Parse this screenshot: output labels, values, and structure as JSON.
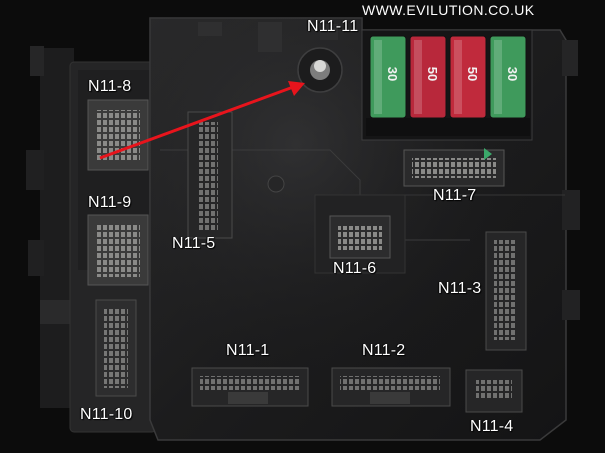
{
  "watermark": "WWW.EVILUTION.CO.UK",
  "labels": {
    "n11_1": "N11-1",
    "n11_2": "N11-2",
    "n11_3": "N11-3",
    "n11_4": "N11-4",
    "n11_5": "N11-5",
    "n11_6": "N11-6",
    "n11_7": "N11-7",
    "n11_8": "N11-8",
    "n11_9": "N11-9",
    "n11_10": "N11-10",
    "n11_11": "N11-11"
  },
  "fuses": [
    {
      "value": "30",
      "color": "#3f9a5c"
    },
    {
      "value": "50",
      "color": "#b8283b"
    },
    {
      "value": "50",
      "color": "#c02a3c"
    },
    {
      "value": "30",
      "color": "#3f9a5c"
    }
  ],
  "arrow_color": "#e8141c"
}
